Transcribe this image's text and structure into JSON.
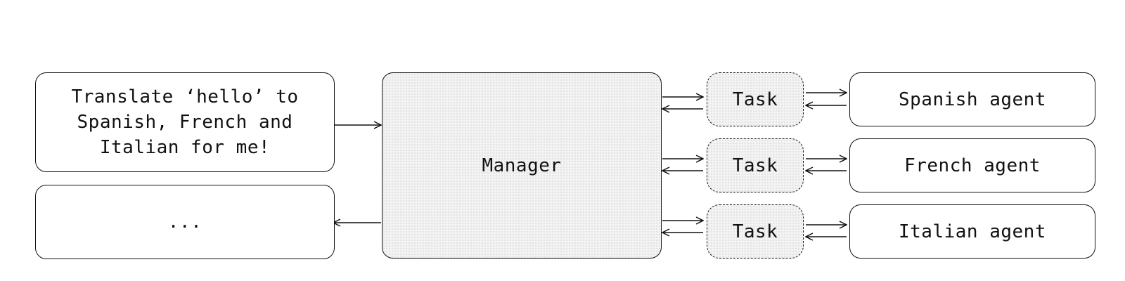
{
  "prompt": {
    "text": "Translate ‘hello’ to\nSpanish, French and\nItalian for me!"
  },
  "output": {
    "text": "..."
  },
  "manager": {
    "label": "Manager"
  },
  "tasks": [
    {
      "label": "Task"
    },
    {
      "label": "Task"
    },
    {
      "label": "Task"
    }
  ],
  "agents": [
    {
      "label": "Spanish agent"
    },
    {
      "label": "French agent"
    },
    {
      "label": "Italian agent"
    }
  ]
}
